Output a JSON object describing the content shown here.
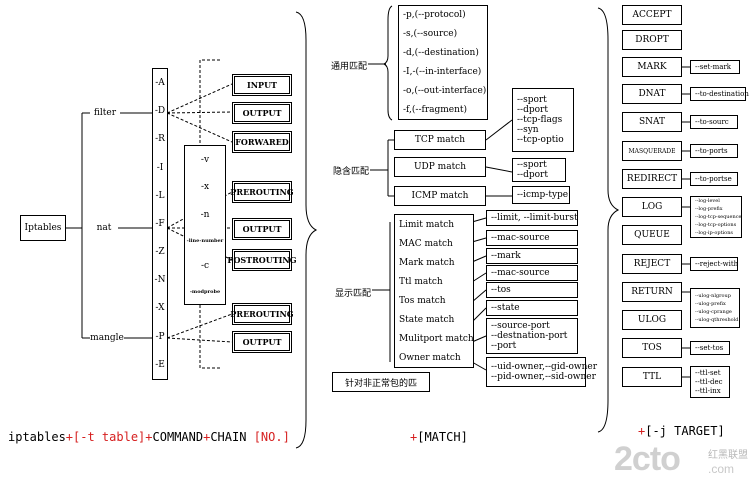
{
  "root": "Iptables",
  "tables": [
    "filter",
    "nat",
    "mangle"
  ],
  "commands": [
    "-A",
    "-D",
    "-R",
    "-I",
    "-L",
    "-F",
    "-Z",
    "-N",
    "-X",
    "-P",
    "-E"
  ],
  "options": [
    "-v",
    "-x",
    "-n",
    "-line-number",
    "-c",
    "-modprobe"
  ],
  "chains": {
    "filter": [
      "INPUT",
      "OUTPUT",
      "FORWARED"
    ],
    "nat": [
      "PREROUTING",
      "OUTPUT",
      "POSTROUTING"
    ],
    "mangle": [
      "PREROUTING",
      "OUTPUT"
    ]
  },
  "match": {
    "general_label": "通用匹配",
    "general": [
      "-p,(--protocol)",
      "-s,(--source)",
      "-d,(--destination)",
      "-I,-(--in-interface)",
      "-o,(--out-interface)",
      "-f,(--fragment)"
    ],
    "implicit_label": "隐含匹配",
    "tcp": {
      "label": "TCP match",
      "options": [
        "--sport",
        "--dport",
        "--tcp-flags",
        "--syn",
        "--tcp-optio"
      ]
    },
    "udp": {
      "label": "UDP match",
      "options": [
        "--sport",
        "--dport"
      ]
    },
    "icmp": {
      "label": "ICMP match",
      "options": [
        "--icmp-type"
      ]
    },
    "explicit_label": "显示匹配",
    "explicit": [
      {
        "label": "Limit match",
        "options": [
          "--limit, --limit-burst"
        ]
      },
      {
        "label": "MAC match",
        "options": [
          "--mac-source"
        ]
      },
      {
        "label": "Mark match",
        "options": [
          "--mark"
        ]
      },
      {
        "label": "Ttl match",
        "options": [
          "--mac-source"
        ]
      },
      {
        "label": "Tos match",
        "options": [
          "--tos"
        ]
      },
      {
        "label": "State match",
        "options": [
          "--state"
        ]
      },
      {
        "label": "Mulitport match",
        "options": [
          "--source-port",
          "--destnation-port",
          "--port"
        ]
      },
      {
        "label": "Owner match",
        "options": [
          "--uid-owner,--gid-owner",
          "--pid-owner,--sid-owner"
        ]
      }
    ],
    "abnormal_label": "针对非正常包的匹"
  },
  "targets": [
    {
      "name": "ACCEPT",
      "options": []
    },
    {
      "name": "DROPT",
      "options": []
    },
    {
      "name": "MARK",
      "options": [
        "--set-mark"
      ]
    },
    {
      "name": "DNAT",
      "options": [
        "--to-destination"
      ]
    },
    {
      "name": "SNAT",
      "options": [
        "--to-sourc"
      ]
    },
    {
      "name": "MASQUERADE",
      "options": [
        "--to-ports"
      ]
    },
    {
      "name": "REDIRECT",
      "options": [
        "--to-portse"
      ]
    },
    {
      "name": "LOG",
      "options": [
        "--log-level",
        "--log-prefix",
        "--log-tcp-sequence",
        "--log-tcp-options",
        "--log-ip-options"
      ]
    },
    {
      "name": "QUEUE",
      "options": []
    },
    {
      "name": "REJECT",
      "options": [
        "--reject-with"
      ]
    },
    {
      "name": "RETURN",
      "options": [
        "--ulog-nlgroup",
        "--ulog-prefix",
        "--ulog-cprange",
        "--ulog-qthreshold"
      ]
    },
    {
      "name": "ULOG",
      "options": []
    },
    {
      "name": "TOS",
      "options": [
        "--set-tos"
      ]
    },
    {
      "name": "TTL",
      "options": [
        "--ttl-set",
        "--ttl-dec",
        "--ttl-inx"
      ]
    }
  ],
  "syntax": {
    "iptables": "iptables",
    "plus1": "+",
    "table_opt": "[-t table]",
    "plus2": "+",
    "command": "COMMAND",
    "plus3": "+",
    "chain": "CHAIN",
    "no": "[NO.]",
    "plus4": "+",
    "match": "[MATCH]",
    "plus5": "+",
    "target": "[-j TARGET]"
  },
  "watermark": {
    "brand": "2cto",
    "suffix": ".com",
    "cn": "红黑联盟"
  },
  "colors": {
    "red": "#d62020",
    "line": "#000000",
    "watermark": "#c8c8c8"
  }
}
